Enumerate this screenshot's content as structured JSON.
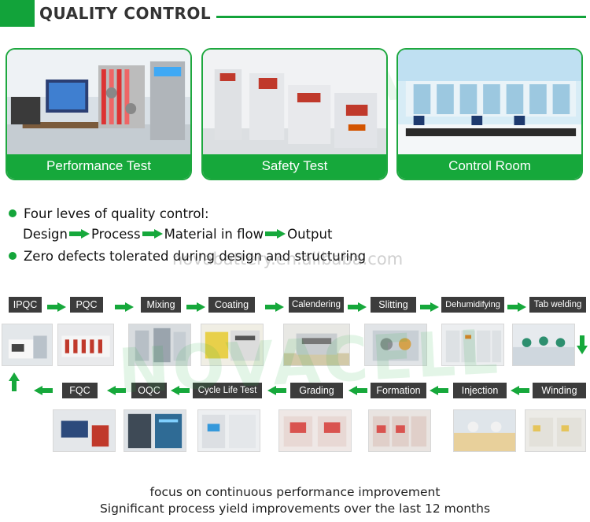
{
  "header": {
    "title": "QUALITY CONTROL"
  },
  "cards": [
    {
      "label": "Performance Test"
    },
    {
      "label": "Safety Test"
    },
    {
      "label": "Control Room"
    }
  ],
  "watermarks": {
    "brand": "NOVACELL",
    "url": "novabattery.en.alibaba.com"
  },
  "bullets": {
    "line1": "Four leves of quality control:",
    "flow": [
      "Design",
      "Process",
      "Material in flow",
      "Output"
    ],
    "line3": "Zero defects tolerated during design and structuring"
  },
  "process": {
    "row1": [
      "IPQC",
      "PQC",
      "Mixing",
      "Coating",
      "Calendering",
      "Slitting",
      "Dehumidifying",
      "Tab welding"
    ],
    "row2": [
      "Winding",
      "Injection",
      "Formation",
      "Grading",
      "Cycle Life Test",
      "OQC",
      "FQC"
    ]
  },
  "footer": {
    "line1": "focus on continuous performance improvement",
    "line2": "Significant process yield improvements over the last 12 months"
  },
  "colors": {
    "accent": "#16a83b",
    "label_bg": "#3c3c3c"
  }
}
